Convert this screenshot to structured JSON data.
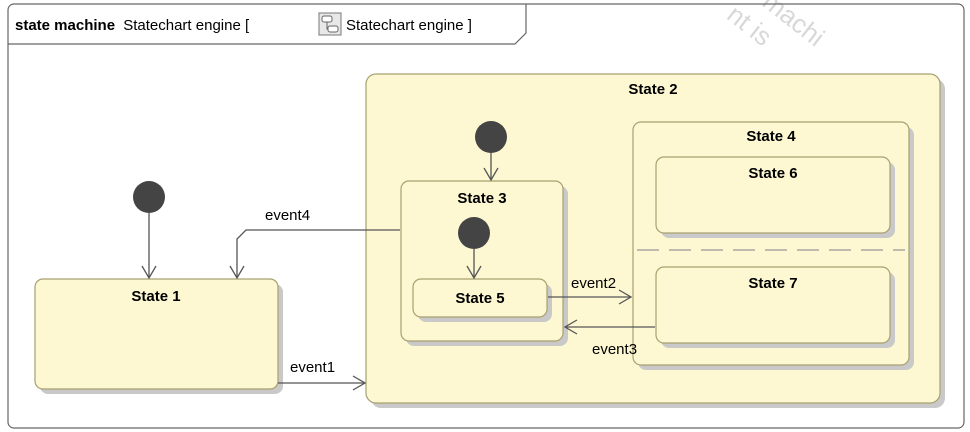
{
  "frame": {
    "keyword": "state  machine",
    "name": "Statechart engine [",
    "element_name": "Statechart engine ]"
  },
  "watermark": {
    "line1": "machi",
    "line2": "nt is"
  },
  "states": {
    "s1": "State 1",
    "s2": "State 2",
    "s3": "State 3",
    "s4": "State 4",
    "s5": "State 5",
    "s6": "State 6",
    "s7": "State 7"
  },
  "events": {
    "e1": "event1",
    "e2": "event2",
    "e3": "event3",
    "e4": "event4"
  },
  "colors": {
    "state_fill": "#fdf8d2",
    "state_border": "#a8a070",
    "initial_node": "#444444",
    "edge": "#555555"
  }
}
